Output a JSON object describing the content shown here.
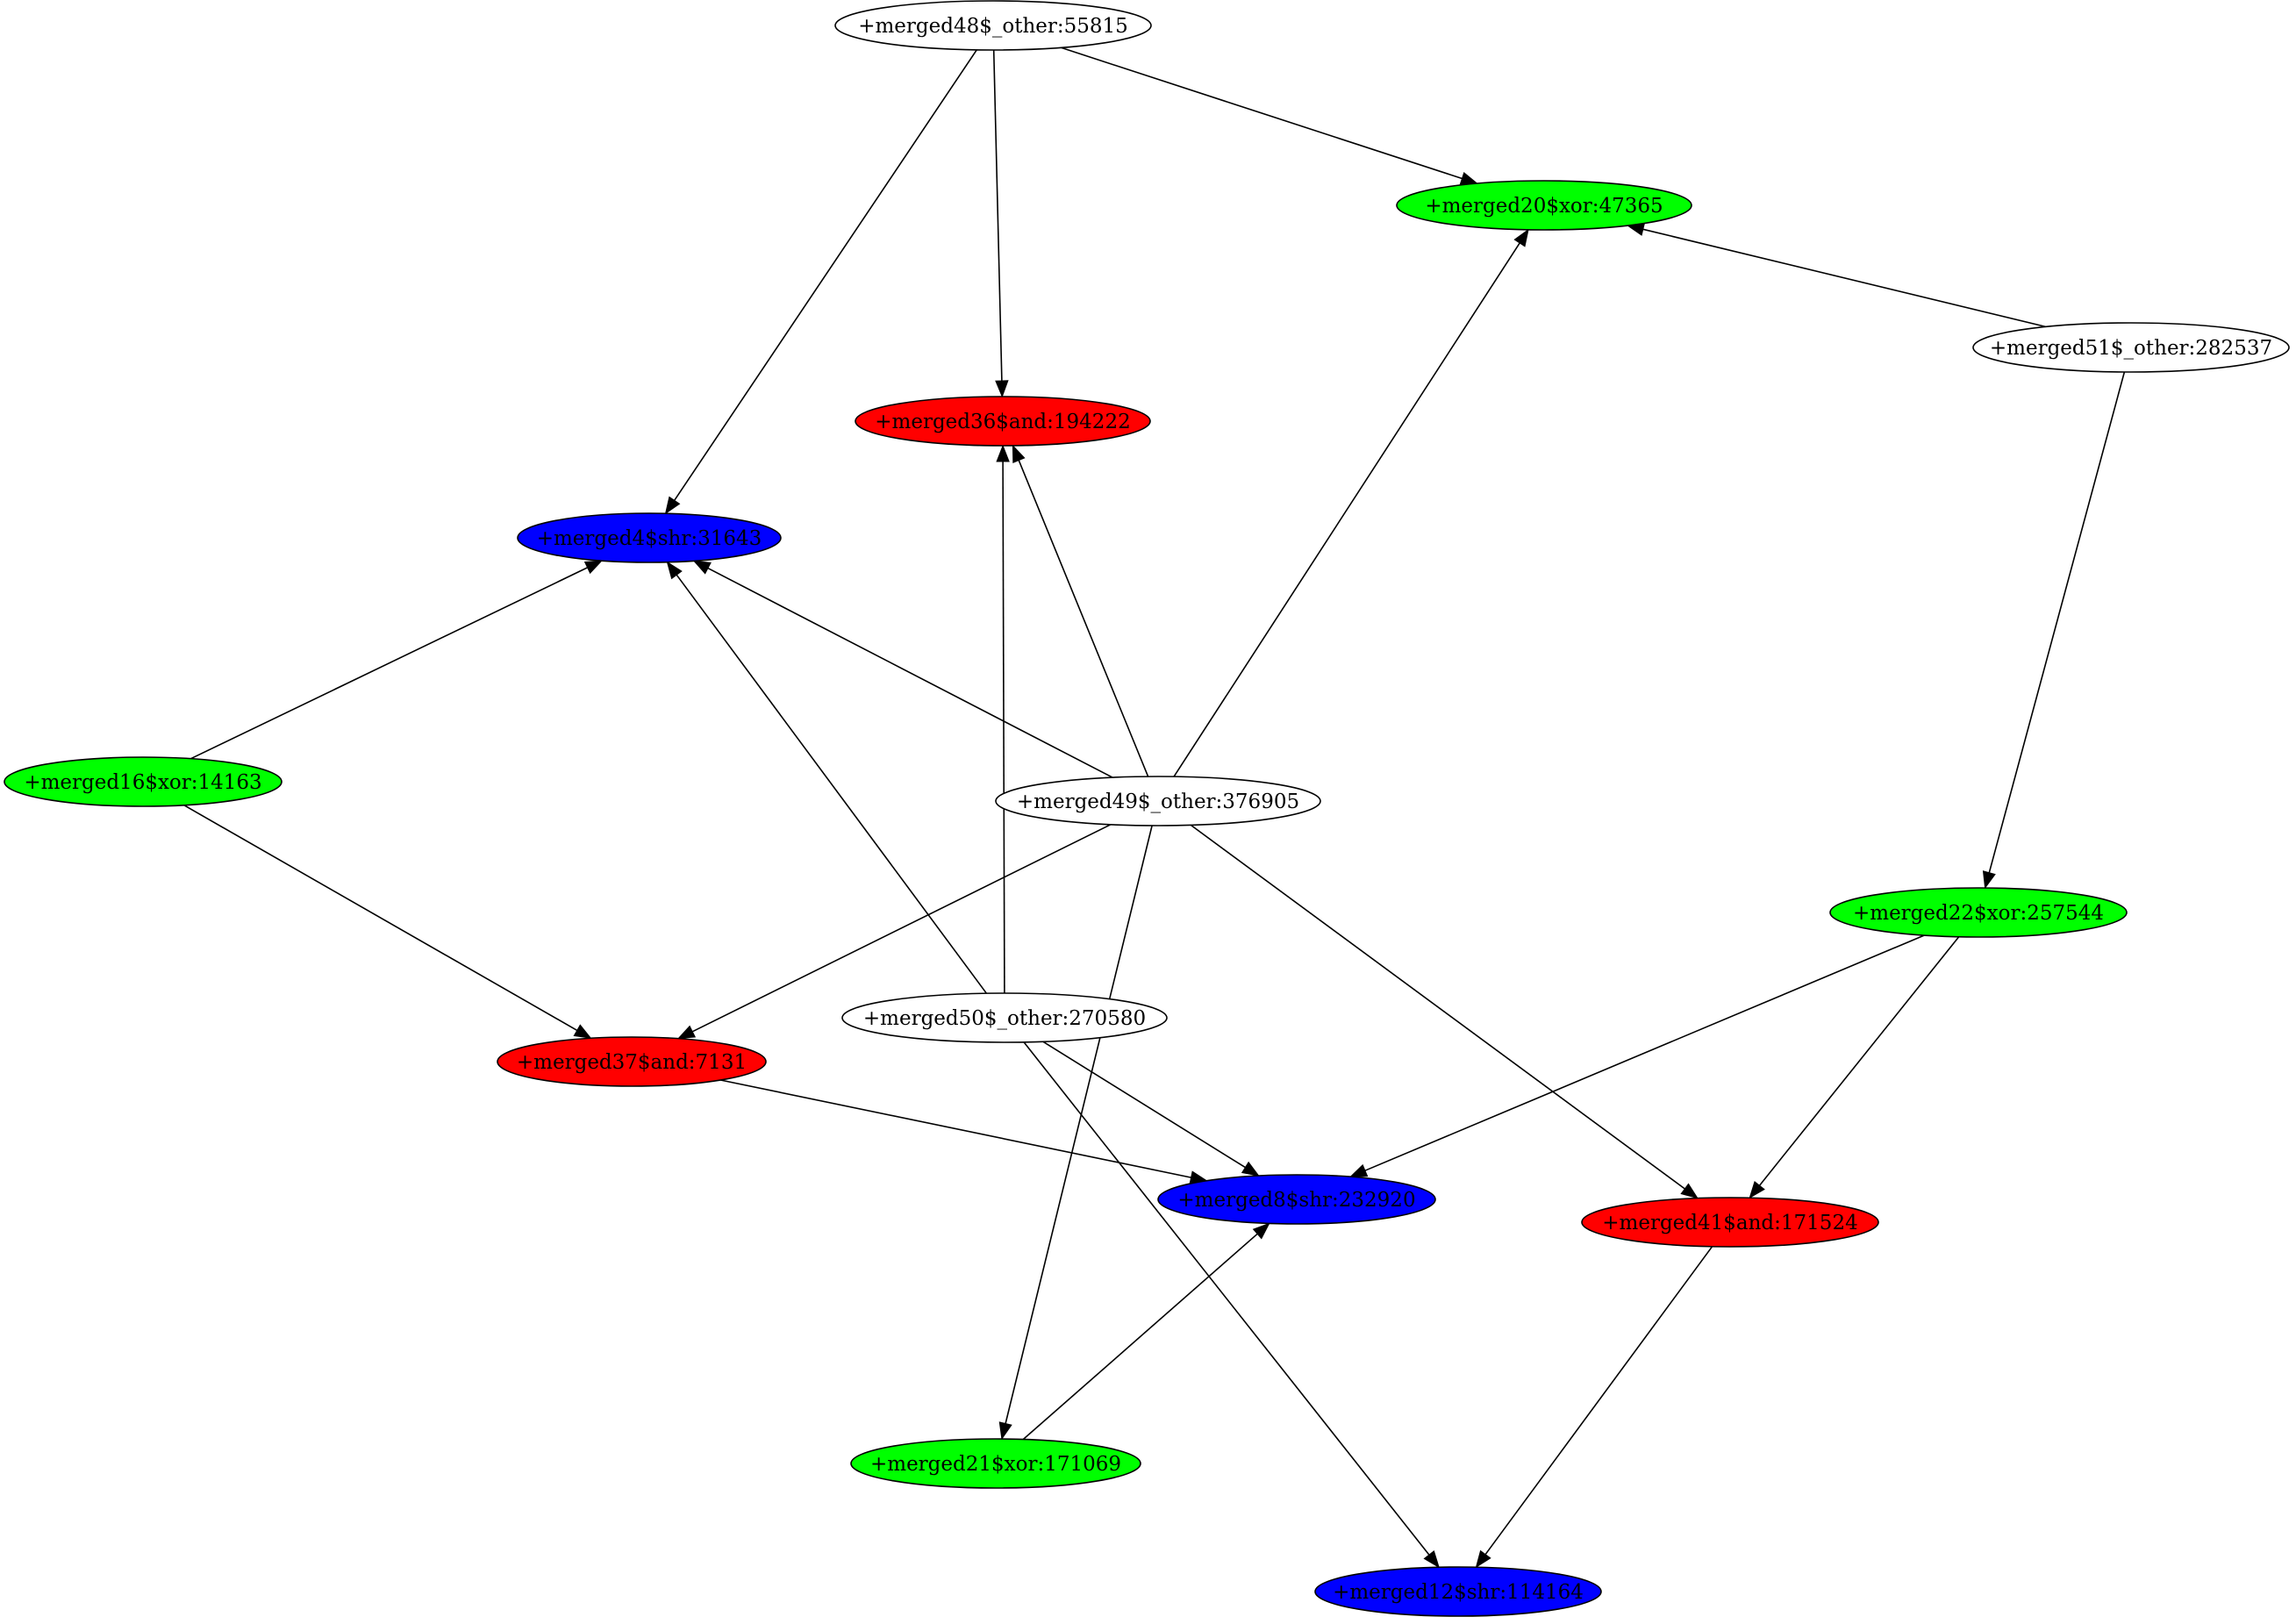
{
  "graph": {
    "nodes": [
      {
        "id": "merged48",
        "label": "+merged48$_other:55815",
        "color": "#ffffff"
      },
      {
        "id": "merged20",
        "label": "+merged20$xor:47365",
        "color": "#00ff00"
      },
      {
        "id": "merged51",
        "label": "+merged51$_other:282537",
        "color": "#ffffff"
      },
      {
        "id": "merged36",
        "label": "+merged36$and:194222",
        "color": "#ff0000"
      },
      {
        "id": "merged4",
        "label": "+merged4$shr:31643",
        "color": "#0000ff"
      },
      {
        "id": "merged16",
        "label": "+merged16$xor:14163",
        "color": "#00ff00"
      },
      {
        "id": "merged49",
        "label": "+merged49$_other:376905",
        "color": "#ffffff"
      },
      {
        "id": "merged22",
        "label": "+merged22$xor:257544",
        "color": "#00ff00"
      },
      {
        "id": "merged50",
        "label": "+merged50$_other:270580",
        "color": "#ffffff"
      },
      {
        "id": "merged37",
        "label": "+merged37$and:7131",
        "color": "#ff0000"
      },
      {
        "id": "merged8",
        "label": "+merged8$shr:232920",
        "color": "#0000ff"
      },
      {
        "id": "merged41",
        "label": "+merged41$and:171524",
        "color": "#ff0000"
      },
      {
        "id": "merged21",
        "label": "+merged21$xor:171069",
        "color": "#00ff00"
      },
      {
        "id": "merged12",
        "label": "+merged12$shr:114164",
        "color": "#0000ff"
      }
    ],
    "edges": [
      {
        "from": "merged48",
        "to": "merged4"
      },
      {
        "from": "merged48",
        "to": "merged36"
      },
      {
        "from": "merged48",
        "to": "merged20"
      },
      {
        "from": "merged51",
        "to": "merged20"
      },
      {
        "from": "merged51",
        "to": "merged22"
      },
      {
        "from": "merged16",
        "to": "merged4"
      },
      {
        "from": "merged16",
        "to": "merged37"
      },
      {
        "from": "merged49",
        "to": "merged4"
      },
      {
        "from": "merged49",
        "to": "merged36"
      },
      {
        "from": "merged49",
        "to": "merged20"
      },
      {
        "from": "merged49",
        "to": "merged37"
      },
      {
        "from": "merged49",
        "to": "merged21"
      },
      {
        "from": "merged49",
        "to": "merged41"
      },
      {
        "from": "merged50",
        "to": "merged4"
      },
      {
        "from": "merged50",
        "to": "merged36"
      },
      {
        "from": "merged50",
        "to": "merged8"
      },
      {
        "from": "merged50",
        "to": "merged12"
      },
      {
        "from": "merged37",
        "to": "merged8"
      },
      {
        "from": "merged22",
        "to": "merged8"
      },
      {
        "from": "merged22",
        "to": "merged41"
      },
      {
        "from": "merged21",
        "to": "merged8"
      },
      {
        "from": "merged41",
        "to": "merged12"
      }
    ]
  }
}
